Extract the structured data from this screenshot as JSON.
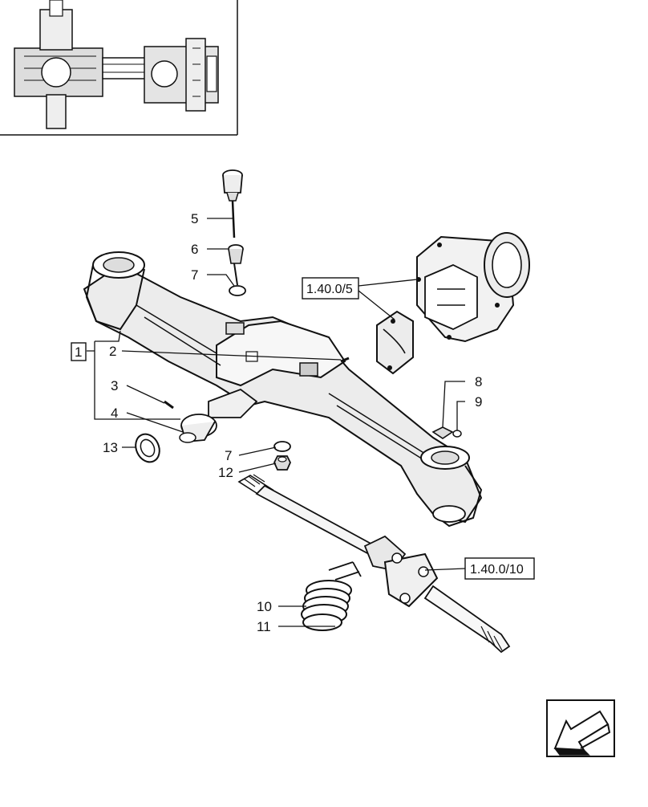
{
  "callouts": {
    "c1": "1",
    "c2": "2",
    "c3": "3",
    "c4": "4",
    "c5": "5",
    "c6": "6",
    "c7a": "7",
    "c7b": "7",
    "c8": "8",
    "c9": "9",
    "c10": "10",
    "c11": "11",
    "c12": "12",
    "c13": "13"
  },
  "references": {
    "ref_upper": "1.40.0/5",
    "ref_lower": "1.40.0/10"
  },
  "icons": {
    "nav": "arrow-down-left-icon"
  }
}
